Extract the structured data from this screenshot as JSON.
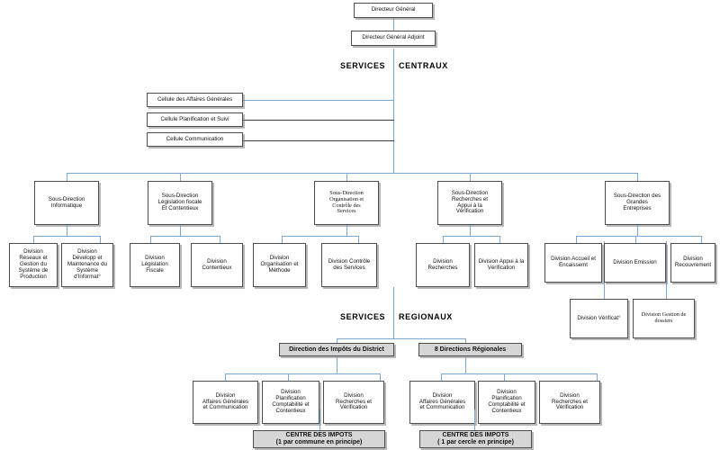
{
  "chart_data": {
    "type": "diagram",
    "title": "Organigramme - Direction Générale des Impôts",
    "section_labels": [
      "SERVICES",
      "CENTRAUX",
      "SERVICES",
      "REGIONAUX"
    ],
    "nodes": [
      {
        "id": "dg",
        "label": "Directeur Général"
      },
      {
        "id": "dga",
        "label": "Directeur Général Adjoint"
      },
      {
        "id": "cell1",
        "label": "Cellule des Affaires Générales"
      },
      {
        "id": "cell2",
        "label": "Cellule Planification et Suivi"
      },
      {
        "id": "cell3",
        "label": "Cellule Communication"
      },
      {
        "id": "sd1",
        "label": "Sous-Direction\nInformatique"
      },
      {
        "id": "sd2",
        "label": "Sous-Direction\nLégislation fiscale\nEt Contentieux"
      },
      {
        "id": "sd3",
        "label": "Sous-Direction\nOrganisation et\nContrôle des\nServices"
      },
      {
        "id": "sd4",
        "label": "Sous-Direction\nRecherches et\nAppui à la\nVérification"
      },
      {
        "id": "sd5",
        "label": "Sous-Direction des\nGrandes\nEntreprises"
      },
      {
        "id": "d1",
        "label": "Division\nRéseaux et\nGestion du\nSystème de\nProduction"
      },
      {
        "id": "d2",
        "label": "Division\nDévelopp et\nMaintenance du\nSystème\nd'Informat°"
      },
      {
        "id": "d3",
        "label": "Division\nLégislation\nFiscale"
      },
      {
        "id": "d4",
        "label": "Division\nContentieux"
      },
      {
        "id": "d5",
        "label": "Division\nOrganisation et\nMéthode"
      },
      {
        "id": "d6",
        "label": "Division Contrôle\ndes Services"
      },
      {
        "id": "d7",
        "label": "Division\nRecherches"
      },
      {
        "id": "d8",
        "label": "Division Appui à la\nVérification"
      },
      {
        "id": "d9",
        "label": "Division Accueil et\nEncaissemt"
      },
      {
        "id": "d10",
        "label": "Division   Emission"
      },
      {
        "id": "d11",
        "label": "Division\nRecouvrement"
      },
      {
        "id": "d12",
        "label": "Division Vérificat°"
      },
      {
        "id": "d13",
        "label": "Division Gestion de\ndossiers"
      },
      {
        "id": "r1",
        "label": "Direction des Impôts du District"
      },
      {
        "id": "r2",
        "label": "8 Directions Régionales"
      },
      {
        "id": "rd1",
        "label": "Division\nAffaires Générales\net Communication"
      },
      {
        "id": "rd2",
        "label": "Division\nPlanification\nComptabilité et\nContentieux"
      },
      {
        "id": "rd3",
        "label": "Division\nRecherches et\nVérification"
      },
      {
        "id": "rd4",
        "label": "Division\nAffaires Générales\net Communication"
      },
      {
        "id": "rd5",
        "label": "Division\nPlanification\nComptabilité et\nContentieux"
      },
      {
        "id": "rd6",
        "label": "Division\nRecherches et\nVérification"
      },
      {
        "id": "ci1",
        "label": "CENTRE DES IMPOTS\n(1 par commune en principe)"
      },
      {
        "id": "ci2",
        "label": "CENTRE DES IMPOTS\n( 1 par cercle en principe)"
      }
    ],
    "colors": {
      "connector": "#7ba7d7",
      "box_border": "#4d4d4d",
      "filled_box": "#d6d6d6",
      "text": "#111111"
    }
  },
  "chart": {
    "labels": {
      "services_left_top": "SERVICES",
      "centraux": "CENTRAUX",
      "services_left_bottom": "SERVICES",
      "regionaux": "REGIONAUX"
    },
    "top": {
      "dg": "Directeur Général",
      "dga": "Directeur Général Adjoint"
    },
    "cellules": [
      "Cellule des Affaires Générales",
      "Cellule Planification et Suivi",
      "Cellule Communication"
    ],
    "sous_directions": [
      "Sous-Direction\nInformatique",
      "Sous-Direction\nLégislation fiscale\nEt Contentieux",
      "Sous-Direction\nOrganisation et\nContrôle des\nServices",
      "Sous-Direction\nRecherches et\nAppui à la\nVérification",
      "Sous-Direction des\nGrandes\nEntreprises"
    ],
    "divisions": [
      "Division\nRéseaux et\nGestion du\nSystème de\nProduction",
      "Division\nDévelopp et\nMaintenance du\nSystème\nd'Informat°",
      "Division\nLégislation\nFiscale",
      "Division\nContentieux",
      "Division\nOrganisation et\nMéthode",
      "Division Contrôle\ndes Services",
      "Division\nRecherches",
      "Division Appui à la\nVérification",
      "Division Accueil et\nEncaissemt",
      "Division   Emission",
      "Division\nRecouvrement",
      "Division Vérificat°",
      "Division Gestion de\ndossiers"
    ],
    "regional": {
      "district": "Direction des Impôts du District",
      "regions": "8 Directions Régionales",
      "district_divisions": [
        "Division\nAffaires Générales\net Communication",
        "Division\nPlanification\nComptabilité et\nContentieux",
        "Division\nRecherches et\nVérification"
      ],
      "region_divisions": [
        "Division\nAffaires Générales\net Communication",
        "Division\nPlanification\nComptabilité et\nContentieux",
        "Division\nRecherches et\nVérification"
      ],
      "centre_commune": "CENTRE DES IMPOTS\n(1 par commune en principe)",
      "centre_cercle": "CENTRE DES IMPOTS\n( 1 par cercle en principe)"
    }
  }
}
